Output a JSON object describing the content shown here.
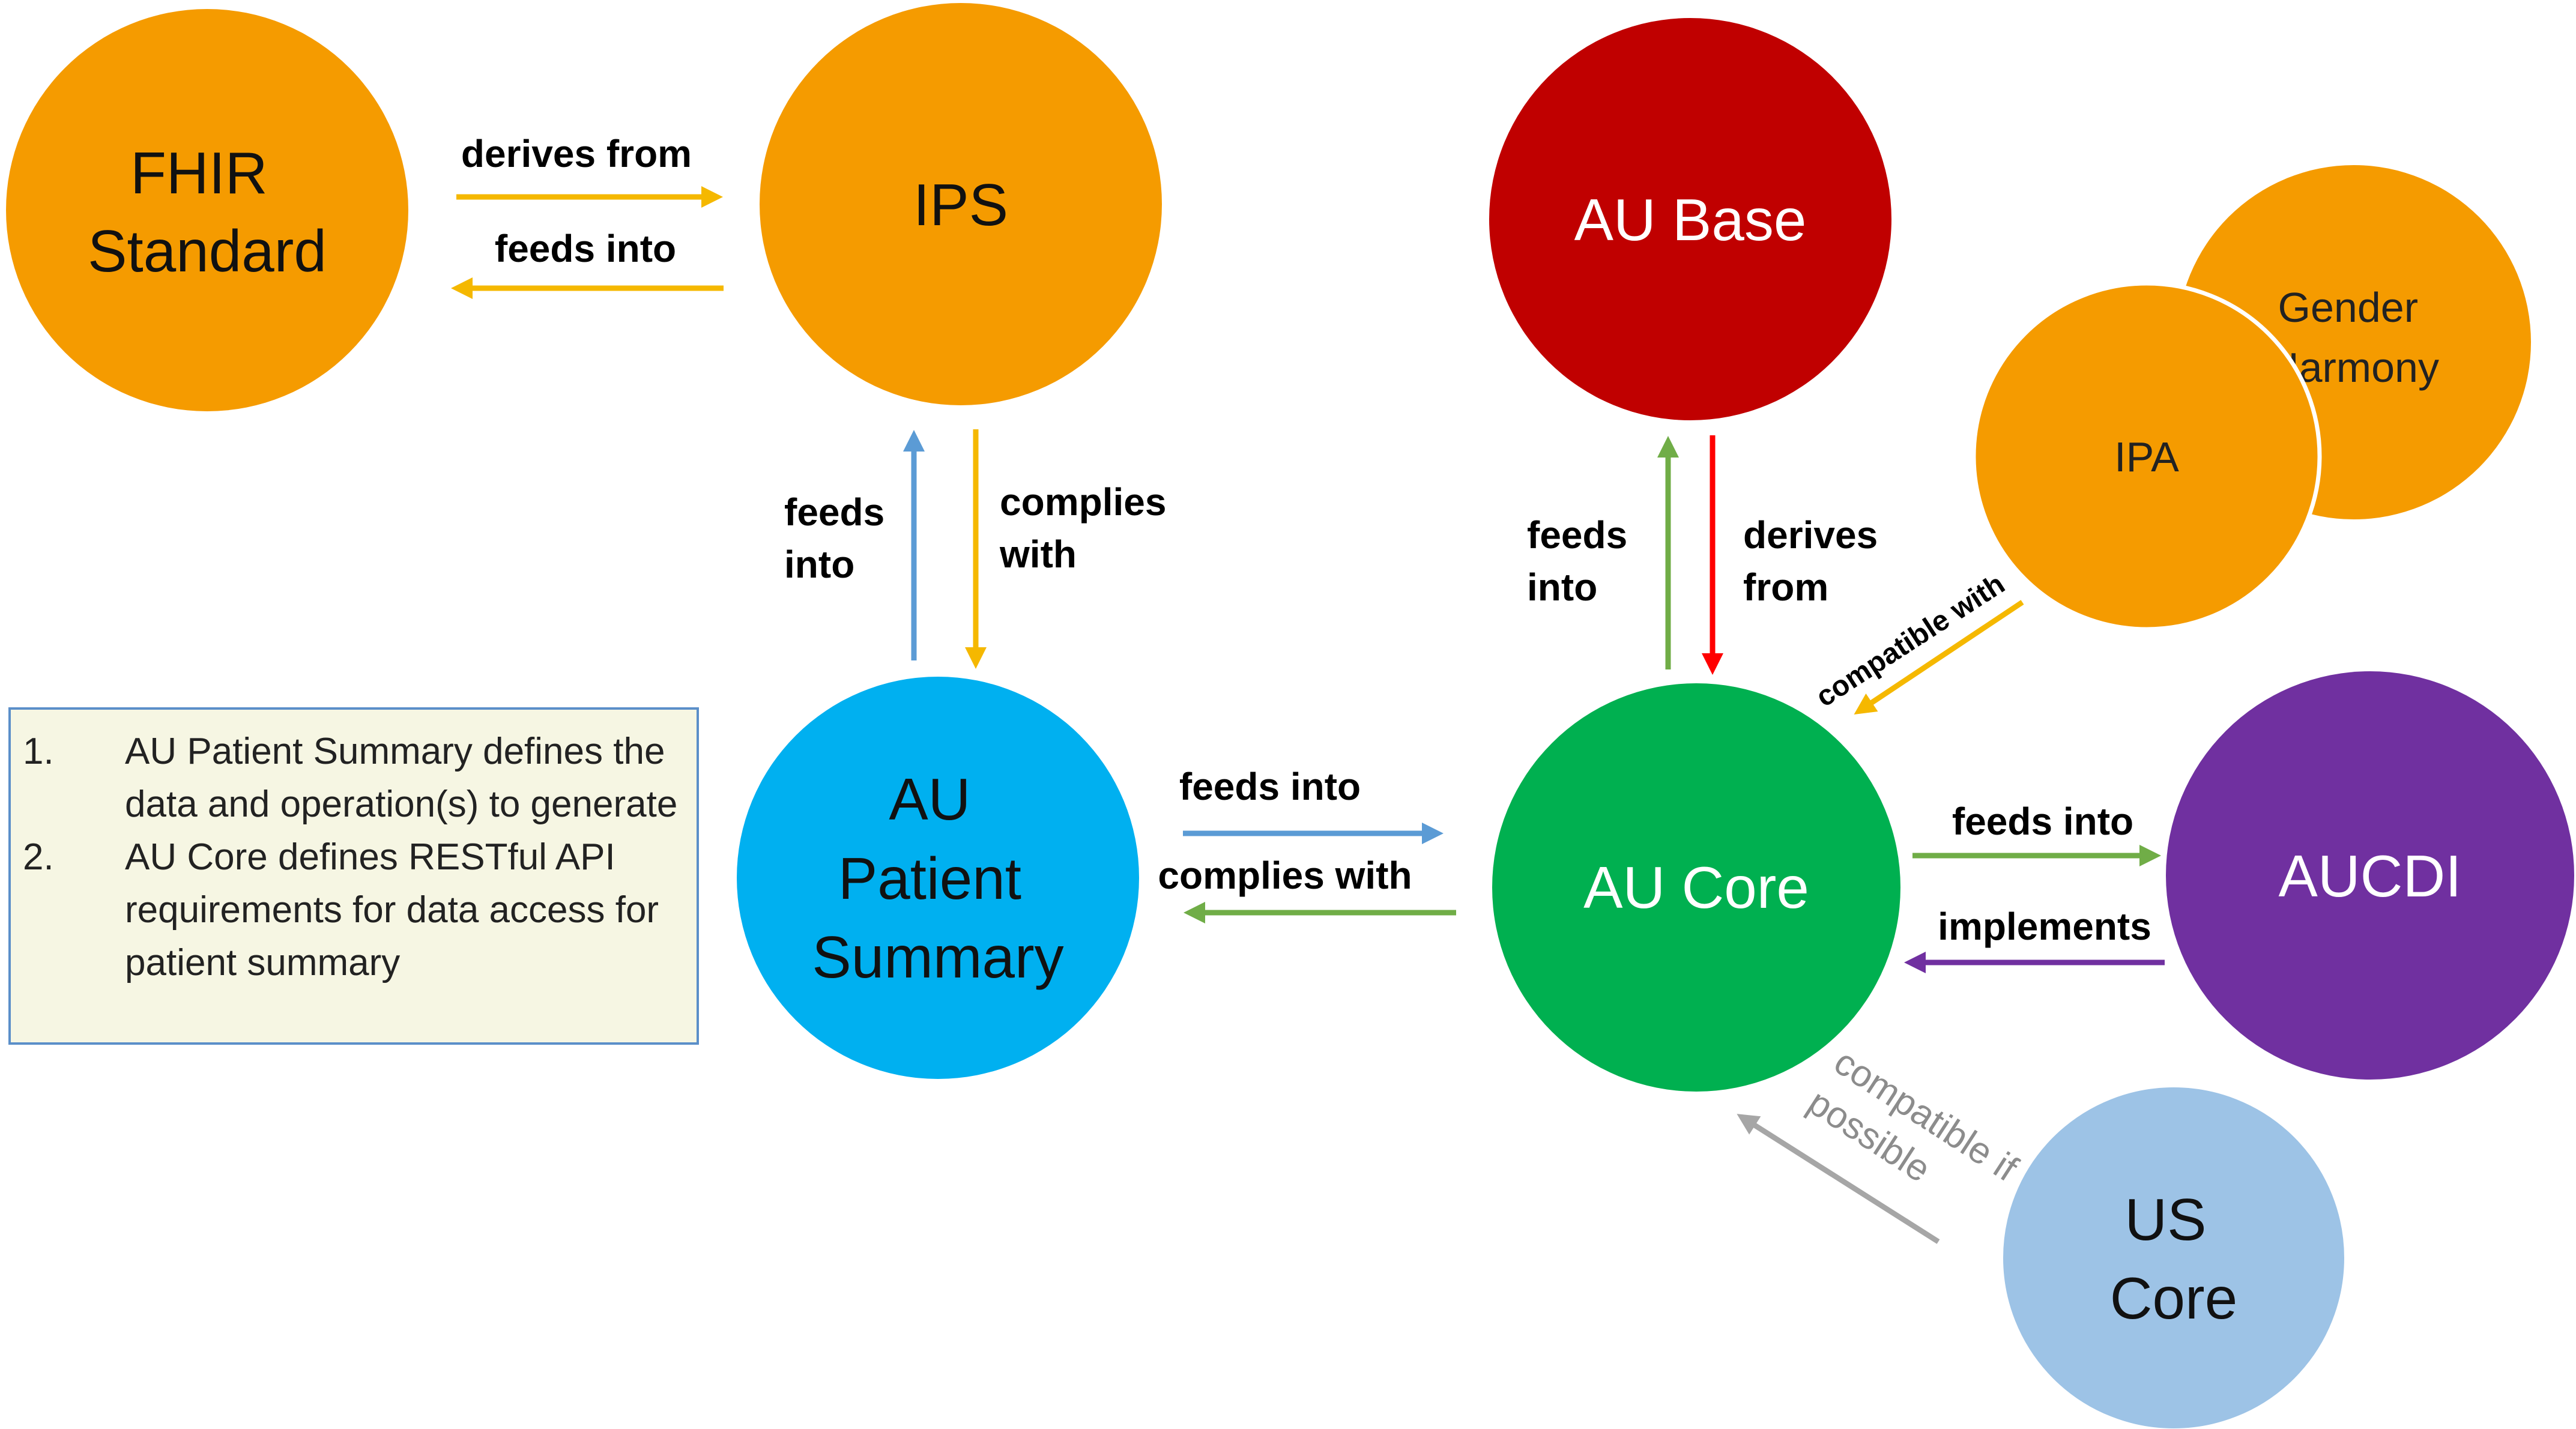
{
  "nodes": {
    "fhir_standard": {
      "line1": "FHIR",
      "line2": "Standard",
      "color": "#f59b00"
    },
    "ips": {
      "label": "IPS",
      "color": "#f59b00"
    },
    "au_base": {
      "label": "AU Base",
      "color": "#c00000"
    },
    "gender_harmony": {
      "line1": "Gender",
      "line2": "Harmony",
      "color": "#f59b00"
    },
    "ipa": {
      "label": "IPA",
      "color": "#f59b00"
    },
    "au_patient_summary": {
      "line1": "AU",
      "line2": "Patient",
      "line3": "Summary",
      "color": "#00b0f0"
    },
    "au_core": {
      "label": "AU Core",
      "color": "#00b050"
    },
    "aucdi": {
      "label": "AUCDI",
      "color": "#7030a0"
    },
    "us_core": {
      "line1": "US",
      "line2": "Core",
      "color": "#9dc3e6"
    }
  },
  "edges": {
    "fhir_to_ips": "derives from",
    "ips_to_fhir": "feeds into",
    "aups_to_ips": {
      "line1": "feeds",
      "line2": "into"
    },
    "ips_to_aups": {
      "line1": "complies",
      "line2": "with"
    },
    "aucore_to_aubase": {
      "line1": "feeds",
      "line2": "into"
    },
    "aubase_to_aucore": {
      "line1": "derives",
      "line2": "from"
    },
    "ipa_to_aucore": "compatible with",
    "aups_to_aucore": "feeds into",
    "aucore_to_aups": "complies with",
    "aucore_to_aucdi": "feeds into",
    "aucdi_to_aucore": "implements",
    "uscore_to_aucore": {
      "line1": "compatible if",
      "line2": "possible"
    }
  },
  "colors": {
    "orange_arrow": "#f5b800",
    "blue_arrow": "#5b9bd5",
    "green_arrow": "#70ad47",
    "red_arrow": "#ff0000",
    "purple_arrow": "#7030a0",
    "gray_arrow": "#a6a6a6",
    "gray_text": "#8c8c8c"
  },
  "notes": [
    {
      "number": "1.",
      "text": "AU Patient Summary defines the data and operation(s) to generate"
    },
    {
      "number": "2.",
      "text": "AU Core defines RESTful API requirements for data access for patient summary"
    }
  ]
}
